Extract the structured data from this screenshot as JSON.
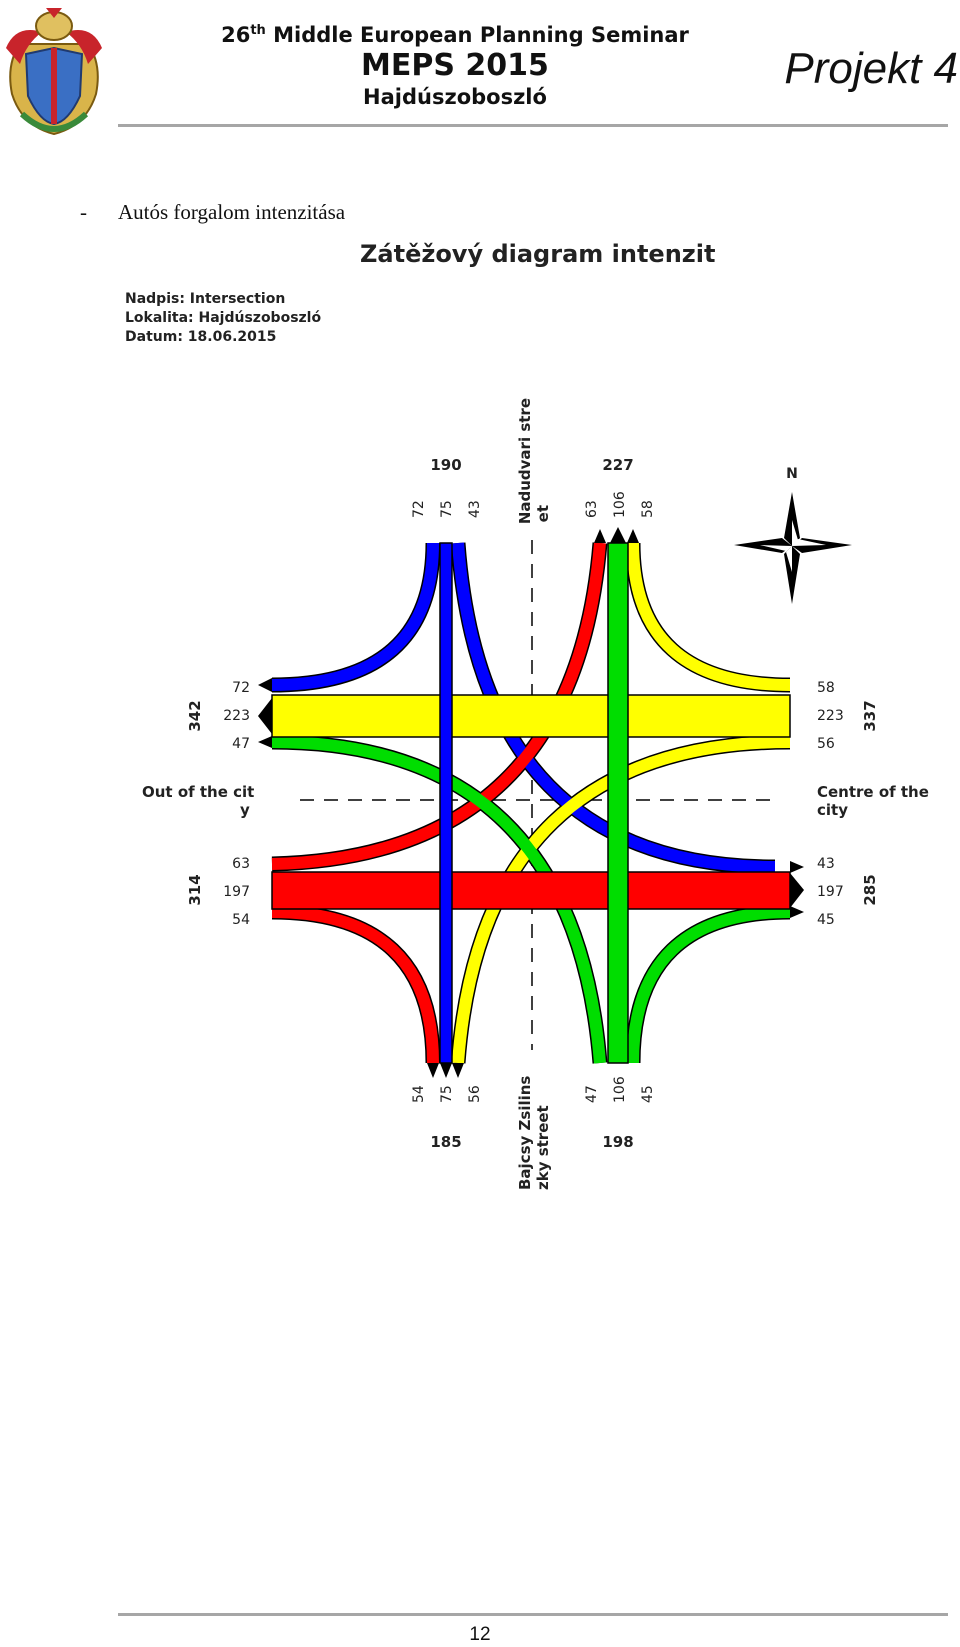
{
  "header": {
    "seminar_num": "26",
    "seminar_sup": "th",
    "seminar_rest": " Middle European Planning Seminar",
    "event": "MEPS 2015",
    "city": "Hajdúszoboszló",
    "project": "Projekt 4"
  },
  "content": {
    "bullet_dash": "-",
    "bullet_text": "Autós forgalom intenzitása"
  },
  "diagram": {
    "title": "Zátěžový diagram intenzit",
    "meta": {
      "nadpis": "Nadpis: Intersection",
      "lokalita": "Lokalita: Hajdúszoboszló",
      "datum": "Datum: 18.06.2015"
    },
    "streets": {
      "north": [
        "Nadudvari stre",
        "et"
      ],
      "south": [
        "Bajcsy Zsilins",
        "zky street"
      ],
      "west": [
        "Out of the cit",
        "y"
      ],
      "east": [
        "Centre of the",
        "city"
      ]
    },
    "compass": "N",
    "totals": {
      "north_left": "190",
      "north_right": "227",
      "south_left": "185",
      "south_right": "198",
      "west_top": "342",
      "west_bottom": "314",
      "east_top": "337",
      "east_bottom": "285"
    },
    "lane_values": {
      "north_out": [
        "72",
        "75",
        "43"
      ],
      "north_in": [
        "63",
        "106",
        "58"
      ],
      "south_in": [
        "54",
        "75",
        "56"
      ],
      "south_out": [
        "47",
        "106",
        "45"
      ],
      "west_in": [
        "72",
        "223",
        "47"
      ],
      "west_out": [
        "63",
        "197",
        "54"
      ],
      "east_out": [
        "58",
        "223",
        "56"
      ],
      "east_in": [
        "43",
        "197",
        "45"
      ]
    },
    "colors": {
      "blue": "#0000ff",
      "yellow": "#ffff00",
      "red": "#ff0000",
      "green": "#00dd00"
    }
  },
  "footer": {
    "page_number": "12"
  }
}
